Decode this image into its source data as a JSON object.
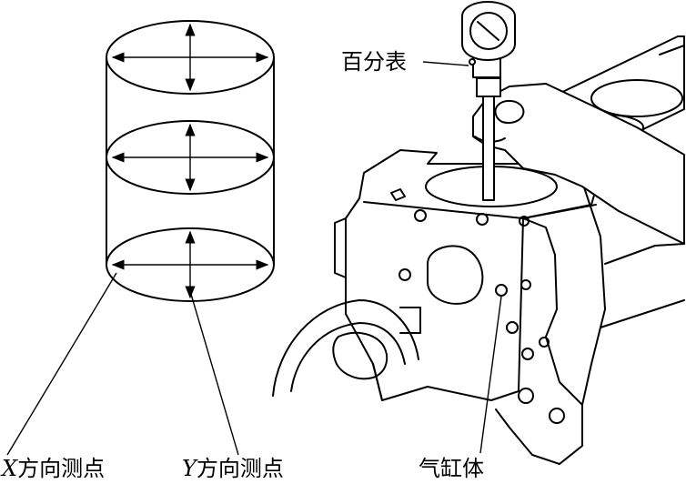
{
  "labels": {
    "x_axis_letter": "X",
    "x_points_text": "方向测点",
    "y_axis_letter": "Y",
    "y_points_text": "方向测点",
    "dial_gauge": "百分表",
    "cylinder_block": "气缸体"
  },
  "icons": {
    "arrow": "double-headed-arrow"
  },
  "colors": {
    "ink": "#000000",
    "paper": "#ffffff"
  }
}
